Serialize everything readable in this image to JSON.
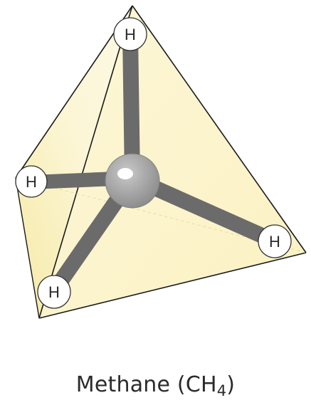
{
  "molecule": {
    "name": "Methane",
    "formula_prefix": "(CH",
    "formula_subscript": "4",
    "formula_suffix": ")"
  },
  "atoms": {
    "hydrogen_symbol": "H"
  },
  "colors": {
    "tetrahedron_fill": "#fbf4c4",
    "tetrahedron_edge": "#1a1a1a",
    "bond": "#6b6b6b",
    "carbon": "#9a9a9a",
    "hydrogen_fill": "#ffffff"
  }
}
